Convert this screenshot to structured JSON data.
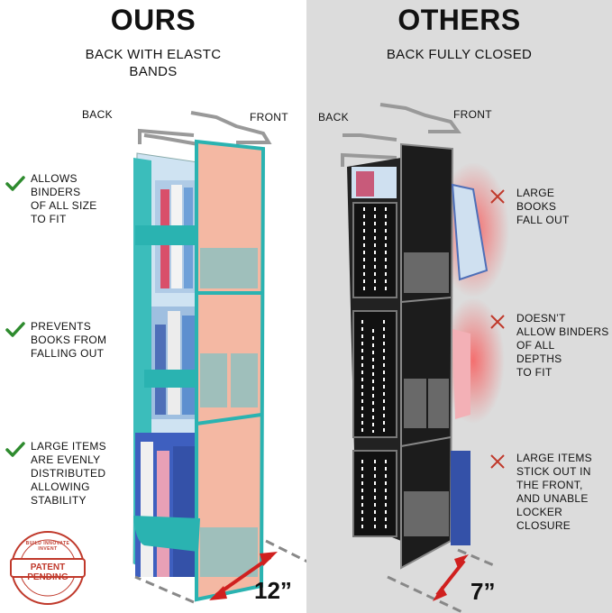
{
  "ours": {
    "title": "OURS",
    "subtitle_line1": "BACK WITH ELASTC",
    "subtitle_line2": "BANDS",
    "back_label": "BACK",
    "front_label": "FRONT",
    "benefits": [
      {
        "lines": [
          "ALLOWS",
          "BINDERS",
          "OF ALL SIZE",
          "TO FIT"
        ]
      },
      {
        "lines": [
          "PREVENTS",
          "BOOKS FROM",
          "FALLING OUT"
        ]
      },
      {
        "lines": [
          "LARGE ITEMS",
          "ARE EVENLY",
          "DISTRIBUTED",
          "ALLOWING",
          "STABILITY"
        ]
      }
    ],
    "dimension": "12”",
    "badge": {
      "text": "PATENT PENDING",
      "ring_text": "BUILD INNOVATE INVENT"
    }
  },
  "others": {
    "title": "OTHERS",
    "subtitle": "BACK FULLY CLOSED",
    "back_label": "BACK",
    "front_label": "FRONT",
    "drawbacks": [
      {
        "lines": [
          "LARGE",
          "BOOKS",
          "FALL OUT"
        ]
      },
      {
        "lines": [
          "DOESN’T",
          "ALLOW BINDERS",
          "OF ALL",
          "DEPTHS",
          "TO FIT"
        ]
      },
      {
        "lines": [
          "LARGE ITEMS",
          "STICK OUT IN",
          "THE FRONT,",
          "AND UNABLE",
          "LOCKER",
          "CLOSURE"
        ]
      }
    ],
    "dimension": "7”"
  },
  "colors": {
    "check": "#2e8b2e",
    "cross": "#c0392b",
    "teal": "#2ab3b1",
    "peach": "#f4b8a3",
    "dark": "#1c1c1c",
    "arrow": "#d0201f",
    "badge": "#c0392b"
  }
}
